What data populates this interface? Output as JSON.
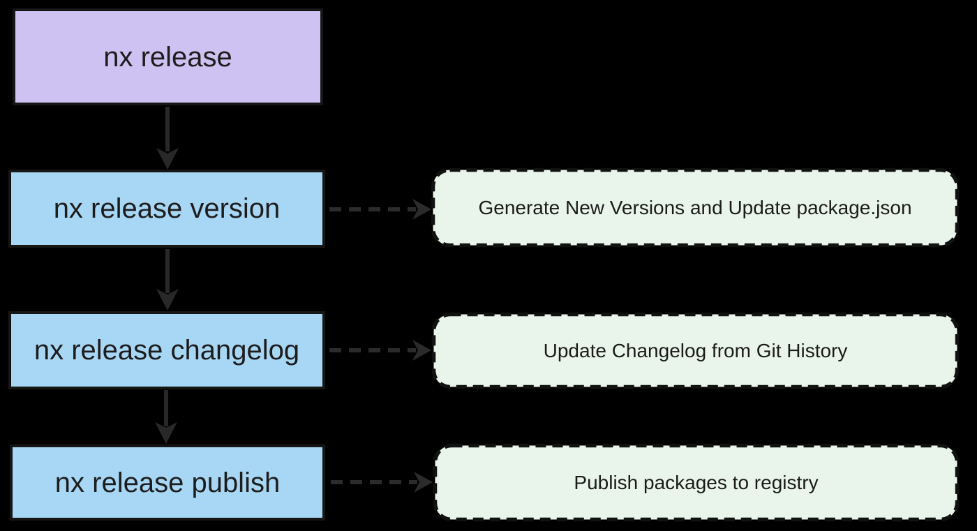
{
  "diagram": {
    "background_color": "#000000",
    "connector_color": "#282828",
    "node_border_color": "#161616",
    "text_color": "#1d1d1d",
    "root_node": {
      "label": "nx release",
      "fill_color": "#cec2f2"
    },
    "steps": [
      {
        "command": {
          "label": "nx release version",
          "fill_color": "#a8d7f5"
        },
        "description": {
          "label": "Generate New Versions and Update package.json",
          "fill_color": "#e9f5ea"
        }
      },
      {
        "command": {
          "label": "nx release changelog",
          "fill_color": "#a8d7f5"
        },
        "description": {
          "label": "Update Changelog from Git History",
          "fill_color": "#e9f5ea"
        }
      },
      {
        "command": {
          "label": "nx release publish",
          "fill_color": "#a8d7f5"
        },
        "description": {
          "label": "Publish packages to registry",
          "fill_color": "#e9f5ea"
        }
      }
    ]
  }
}
